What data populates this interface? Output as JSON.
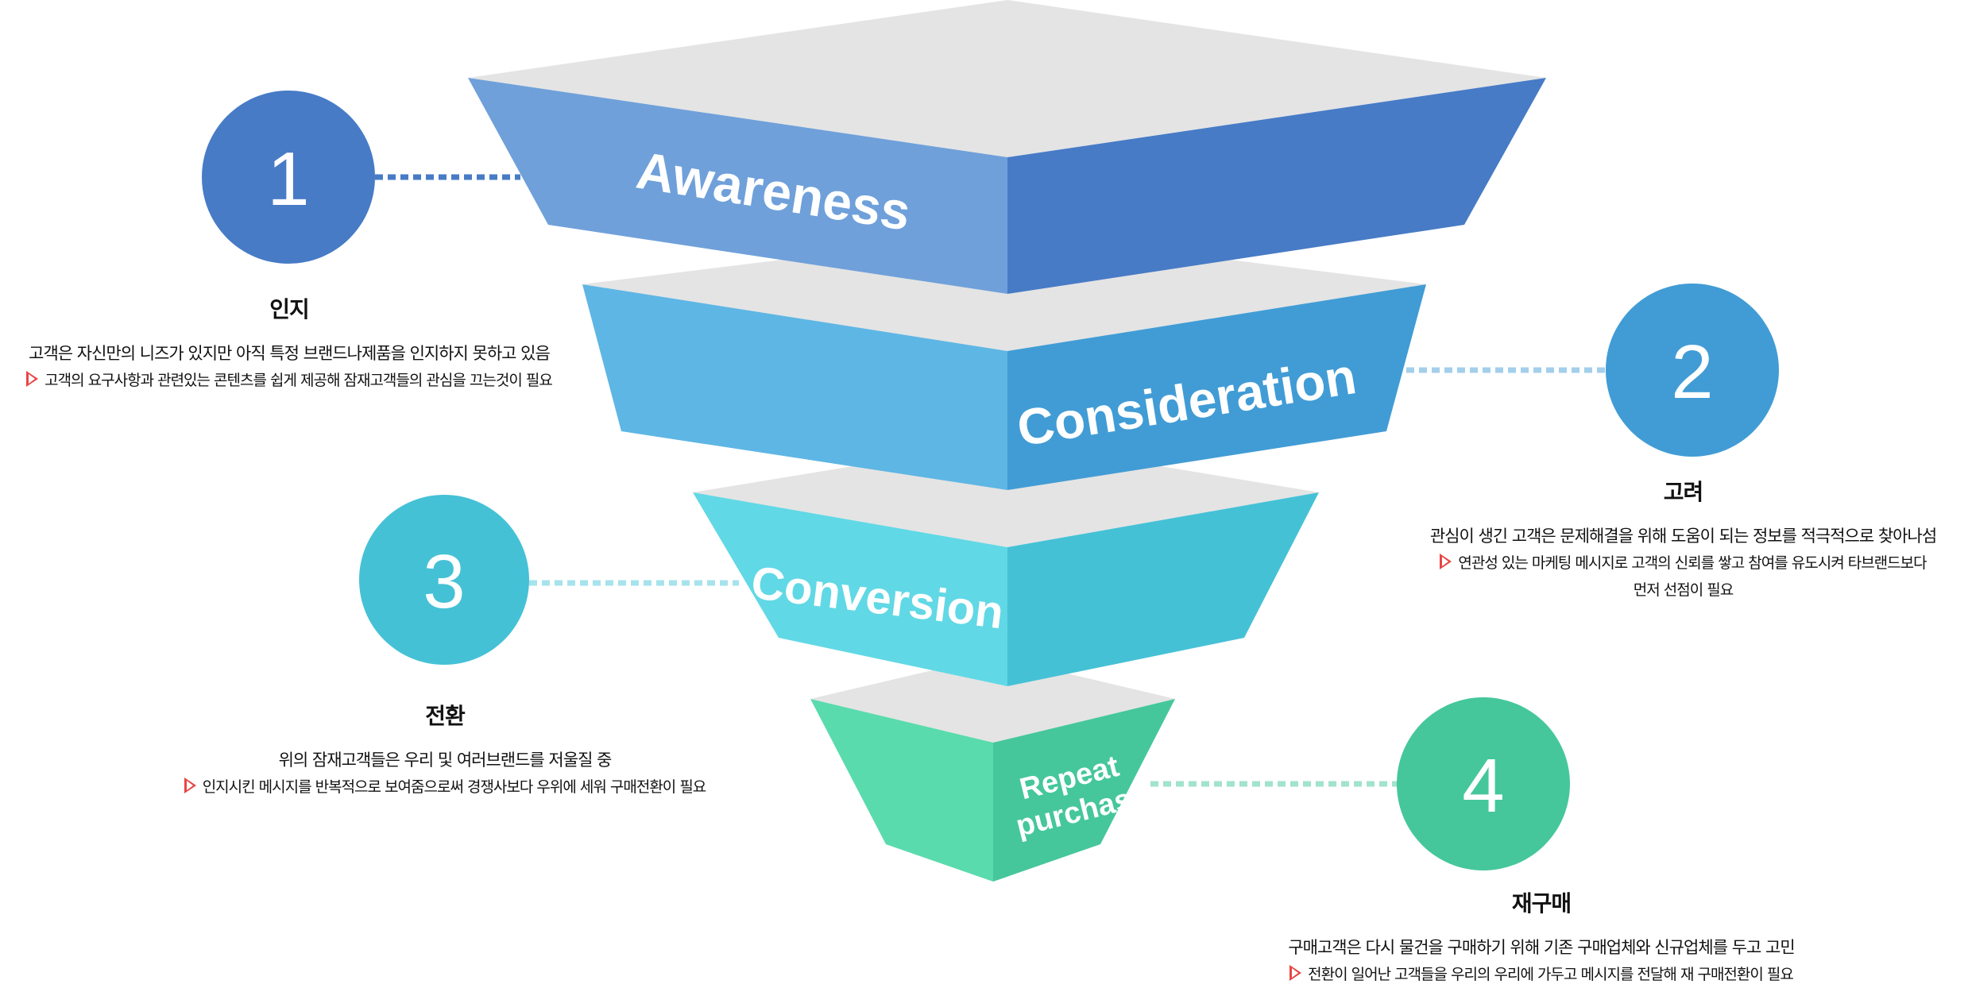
{
  "colors": {
    "top_face": "#e4e4e4",
    "accent_arrow": "#e84545",
    "text": "#111111"
  },
  "stages": [
    {
      "number": "1",
      "label": "Awareness",
      "title": "인지",
      "description": "고객은 자신만의 니즈가 있지만 아직 특정 브랜드나제품을 인지하지 못하고 있음",
      "action_lines": [
        "고객의 요구사항과 관련있는 콘텐츠를 쉽게 제공해 잠재고객들의 관심을 끄는것이 필요"
      ],
      "colors": {
        "left": "#6fa0da",
        "right": "#477bc6",
        "circle": "#477bc6",
        "dots": "#477bc6"
      }
    },
    {
      "number": "2",
      "label": "Consideration",
      "title": "고려",
      "description": "관심이 생긴 고객은 문제해결을 위해 도움이 되는 정보를 적극적으로 찾아나섬",
      "action_lines": [
        "연관성 있는 마케팅 메시지로 고객의 신뢰를 쌓고 참여를 유도시켜 타브랜드보다",
        "먼저 선점이 필요"
      ],
      "colors": {
        "left": "#5eb6e4",
        "right": "#419cd5",
        "circle": "#419cd5",
        "dots": "#a3cfeb"
      }
    },
    {
      "number": "3",
      "label": "Conversion",
      "title": "전환",
      "description": "위의 잠재고객들은 우리 및 여러브랜드를 저울질 중",
      "action_lines": [
        "인지시킨 메시지를 반복적으로 보여줌으로써 경쟁사보다 우위에 세워 구매전환이 필요"
      ],
      "colors": {
        "left": "#61d8e5",
        "right": "#45c1d6",
        "circle": "#45c1d6",
        "dots": "#a6e3ec"
      }
    },
    {
      "number": "4",
      "label": "Repeat purchase",
      "label_lines": [
        "Repeat",
        "purchase"
      ],
      "title": "재구매",
      "description": "구매고객은 다시 물건을 구매하기 위해 기존 구매업체와 신규업체를 두고 고민",
      "action_lines": [
        "전환이 일어난 고객들을 우리의 우리에 가두고 메시지를 전달해 재 구매전환이 필요"
      ],
      "colors": {
        "left": "#5adbad",
        "right": "#45c79b",
        "circle": "#45c79b",
        "dots": "#a2e3cb"
      }
    }
  ]
}
